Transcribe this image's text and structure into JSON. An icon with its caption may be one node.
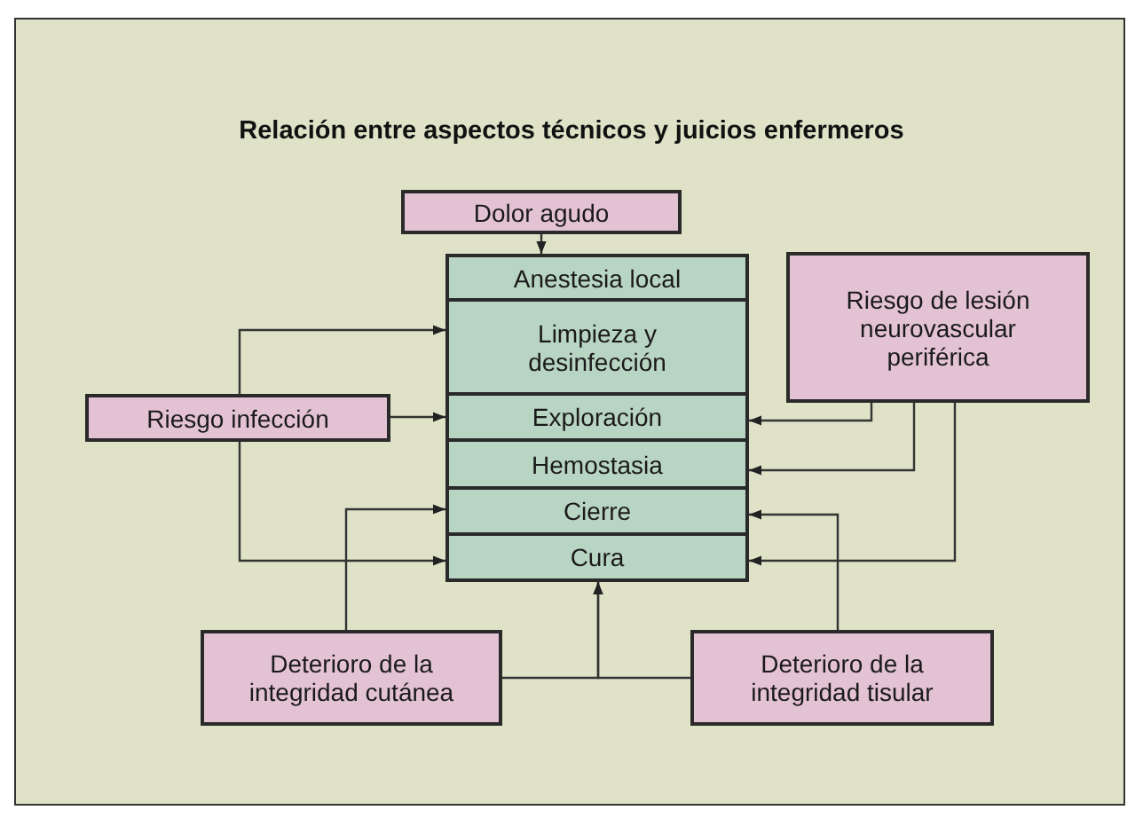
{
  "diagram": {
    "title": "Relación entre aspectos técnicos y juicios enfermeros",
    "nodes": [
      {
        "text": [
          "Dolor agudo"
        ]
      },
      {
        "text": [
          "Anestesia local"
        ]
      },
      {
        "text": [
          "Limpieza y desinfección"
        ]
      },
      {
        "text": [
          "Exploración"
        ]
      },
      {
        "text": [
          "Hemostasia"
        ]
      },
      {
        "text": [
          "Cierre"
        ]
      },
      {
        "text": [
          "Cura"
        ]
      },
      {
        "text": [
          "Riesgo de lesión neurovascular periférica"
        ]
      },
      {
        "text": [
          "Riesgo infección"
        ]
      },
      {
        "text": [
          "Deterioro de la integridad cutánea"
        ]
      },
      {
        "text": [
          "Deterioro de la integridad tisular"
        ]
      }
    ],
    "edges": [
      {
        "from": 0,
        "to": 1,
        "arrow": "to"
      },
      {
        "from": 8,
        "to": 2,
        "arrow": "to"
      },
      {
        "from": 8,
        "to": 3,
        "arrow": "to"
      },
      {
        "from": 8,
        "to": 6,
        "arrow": "to"
      },
      {
        "from": 7,
        "to": 3,
        "arrow": "to"
      },
      {
        "from": 7,
        "to": 4,
        "arrow": "to"
      },
      {
        "from": 7,
        "to": 6,
        "arrow": "to"
      },
      {
        "from": 9,
        "to": 5,
        "arrow": "to"
      },
      {
        "from": 10,
        "to": 5,
        "arrow": "to"
      },
      {
        "from": 9,
        "to": 6,
        "arrow": "to"
      },
      {
        "from": 10,
        "to": 6,
        "arrow": "to"
      }
    ]
  }
}
